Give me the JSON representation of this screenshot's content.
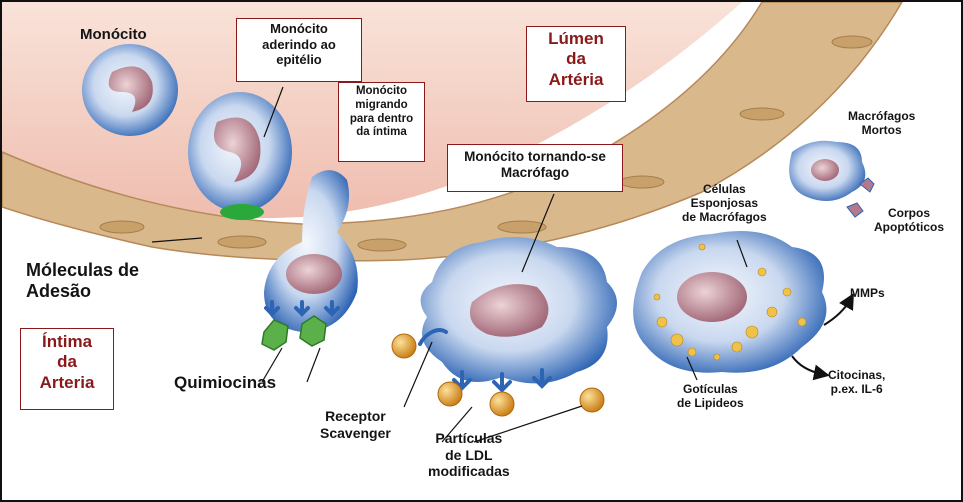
{
  "labels": {
    "monocito": "Monócito",
    "aderindo": [
      "Monócito",
      "aderindo ao",
      "epitélio"
    ],
    "migrando": [
      "Monócito",
      "migrando",
      "para dentro",
      "da íntima"
    ],
    "lumen": [
      "Lúmen",
      "da",
      "Artéria"
    ],
    "tornando": [
      "Monócito tornando-se",
      "Macrófago"
    ],
    "macrofagos_mortos": [
      "Macrófagos",
      "Mortos"
    ],
    "celulas_esponjosas": [
      "Células",
      "Esponjosas",
      "de Macrófagos"
    ],
    "corpos_apoptoticos": [
      "Corpos",
      "Apoptóticos"
    ],
    "moleculas_adesao": [
      "Móleculas de",
      "Adesão"
    ],
    "mmps": "MMPs",
    "intima": [
      "Íntima",
      "da",
      "Arteria"
    ],
    "quimiocinas": "Quimiocinas",
    "goticulas": [
      "Gotículas",
      "de Lipideos"
    ],
    "citocinas": [
      "Citocinas,",
      "p.ex. IL-6"
    ],
    "receptor": [
      "Receptor",
      "Scavenger"
    ],
    "particulas": [
      "Partículas",
      "de LDL",
      "modificadas"
    ]
  },
  "colors": {
    "box_border": "#8a1a1a",
    "accent_text": "#8a1a1a",
    "vessel_wall": "#efc3b0",
    "endothelium": "#d9b98c",
    "cell_body": "#cfdcef",
    "cell_blue": "#2d64b4",
    "nucleus": "#b57a8a",
    "ldl": "#e6a02a",
    "chemokine": "#5bb04a",
    "adhesion": "#2aa83a"
  }
}
